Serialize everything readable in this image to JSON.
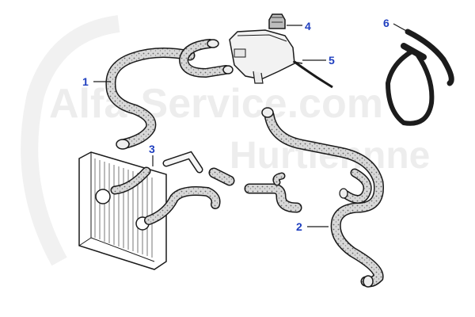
{
  "watermark": {
    "line1": "Alfa-Service.com",
    "line2": "Hurtiennne",
    "color": "#e3e3e3"
  },
  "callouts": [
    {
      "num": "1",
      "part": "hose-upper-left"
    },
    {
      "num": "2",
      "part": "hose-lower-right"
    },
    {
      "num": "3",
      "part": "small-hose-radiator"
    },
    {
      "num": "4",
      "part": "expansion-tank-cap"
    },
    {
      "num": "5",
      "part": "expansion-tank"
    },
    {
      "num": "6",
      "part": "bleed-hose"
    }
  ],
  "colors": {
    "callout": "#1f3fbf",
    "line": "#1a1a1a",
    "hose_fill": "#d6d6d6",
    "dark_hose": "#1c1c1c"
  }
}
